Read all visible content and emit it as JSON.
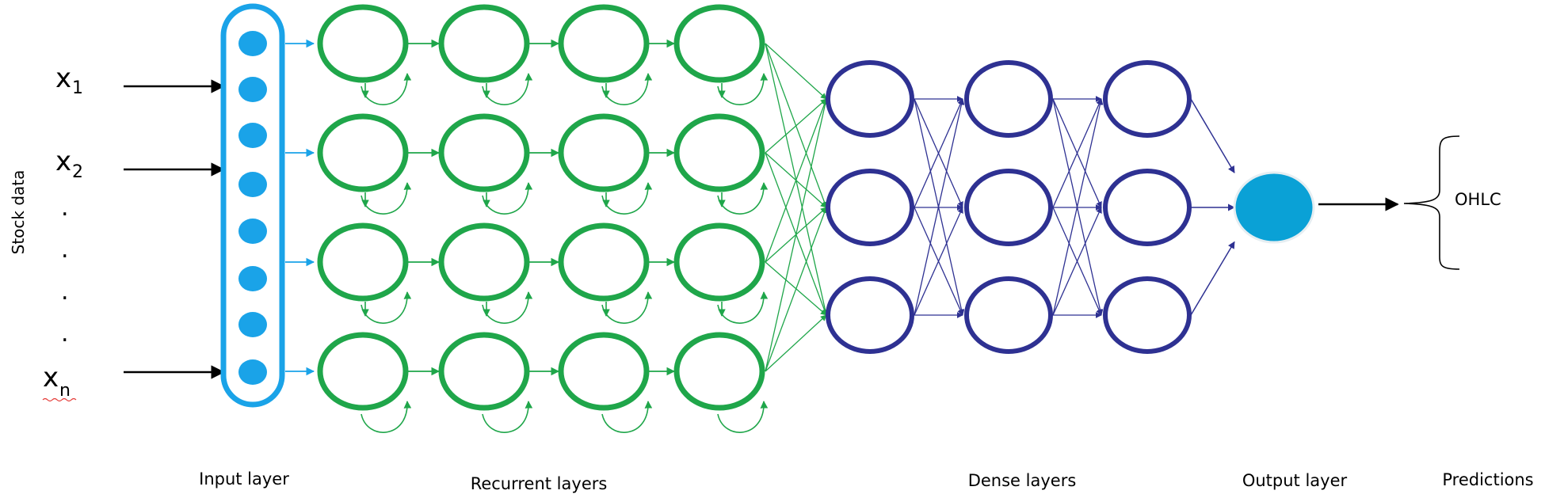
{
  "labels": {
    "side": "Stock data",
    "inputs": [
      {
        "base": "x",
        "sub": "1"
      },
      {
        "base": "x",
        "sub": "2"
      },
      {
        "base": "x",
        "sub": "n"
      }
    ],
    "dots": ".",
    "output_name": "OHLC"
  },
  "captions": {
    "input": "Input layer",
    "recurrent": "Recurrent layers",
    "dense": "Dense layers",
    "output": "Output layer",
    "predictions": "Predictions"
  },
  "colors": {
    "input": "#1aa3e8",
    "recurrent": "#1fa64a",
    "dense": "#2e3192",
    "output_fill": "#0aa1d6",
    "arrow": "#000000"
  },
  "structure": {
    "input_units": 8,
    "recurrent_layers": 4,
    "recurrent_units_per_layer": 4,
    "dense_layers": 3,
    "dense_units_per_layer": 3,
    "output_units": 1
  }
}
